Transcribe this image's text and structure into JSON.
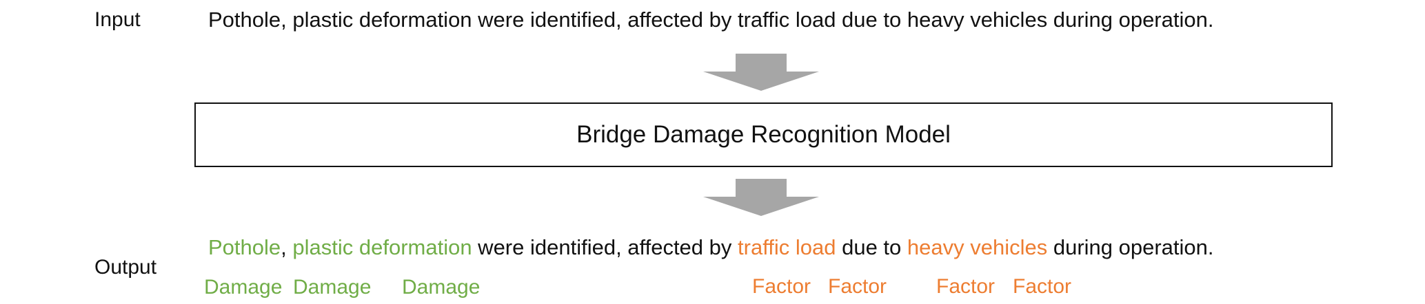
{
  "input": {
    "label": "Input",
    "sentence": "Pothole, plastic deformation were identified, affected by traffic load due to heavy vehicles during operation."
  },
  "model": {
    "title": "Bridge Damage Recognition Model"
  },
  "output": {
    "label": "Output",
    "segments": [
      {
        "text": "Pothole",
        "type": "damage"
      },
      {
        "text": ", ",
        "type": "plain"
      },
      {
        "text": "plastic deformation",
        "type": "damage"
      },
      {
        "text": " were identified, affected by ",
        "type": "plain"
      },
      {
        "text": "traffic load",
        "type": "factor"
      },
      {
        "text": " due to ",
        "type": "plain"
      },
      {
        "text": "heavy vehicles",
        "type": "factor"
      },
      {
        "text": " during operation.",
        "type": "plain"
      }
    ],
    "tags": [
      {
        "text": "Damage",
        "type": "damage"
      },
      {
        "text": "Damage",
        "type": "damage"
      },
      {
        "text": "Damage",
        "type": "damage"
      },
      {
        "text": "Factor",
        "type": "factor"
      },
      {
        "text": "Factor",
        "type": "factor"
      },
      {
        "text": "Factor",
        "type": "factor"
      },
      {
        "text": "Factor",
        "type": "factor"
      }
    ]
  },
  "colors": {
    "damage": "#70ad47",
    "factor": "#ed7d31",
    "arrow": "#a6a6a6",
    "text": "#111111"
  }
}
